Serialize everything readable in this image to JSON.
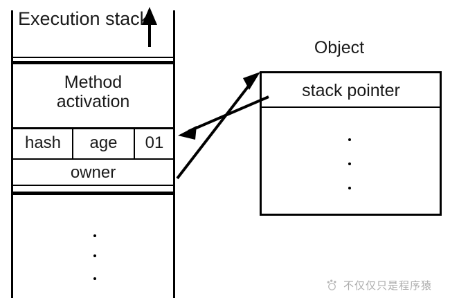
{
  "diagram": {
    "stack": {
      "title": "Execution stack",
      "up_arrow_icon": "up-arrow-icon",
      "frames": [
        {
          "label": "Method\nactivation"
        }
      ],
      "header_cells": [
        {
          "label": "hash"
        },
        {
          "label": "age"
        },
        {
          "label": "01"
        }
      ],
      "owner_row": {
        "label": "owner"
      },
      "ellipsis_dots": 3
    },
    "object": {
      "title": "Object",
      "rows": [
        {
          "label": "stack pointer"
        }
      ],
      "ellipsis_dots": 3
    },
    "arrows": [
      {
        "name": "object-to-stack-arrow",
        "from": "stack pointer row",
        "to": "method activation header cell",
        "direction": "left"
      },
      {
        "name": "stack-to-object-arrow",
        "from": "owner row",
        "to": "object box top-left",
        "direction": "up-right"
      }
    ]
  },
  "watermark": {
    "text": "不仅仅只是程序猿",
    "logo_icon": "paw-logo-icon"
  },
  "colors": {
    "ink": "#000000",
    "text": "#1a1a1a",
    "background": "#ffffff"
  }
}
